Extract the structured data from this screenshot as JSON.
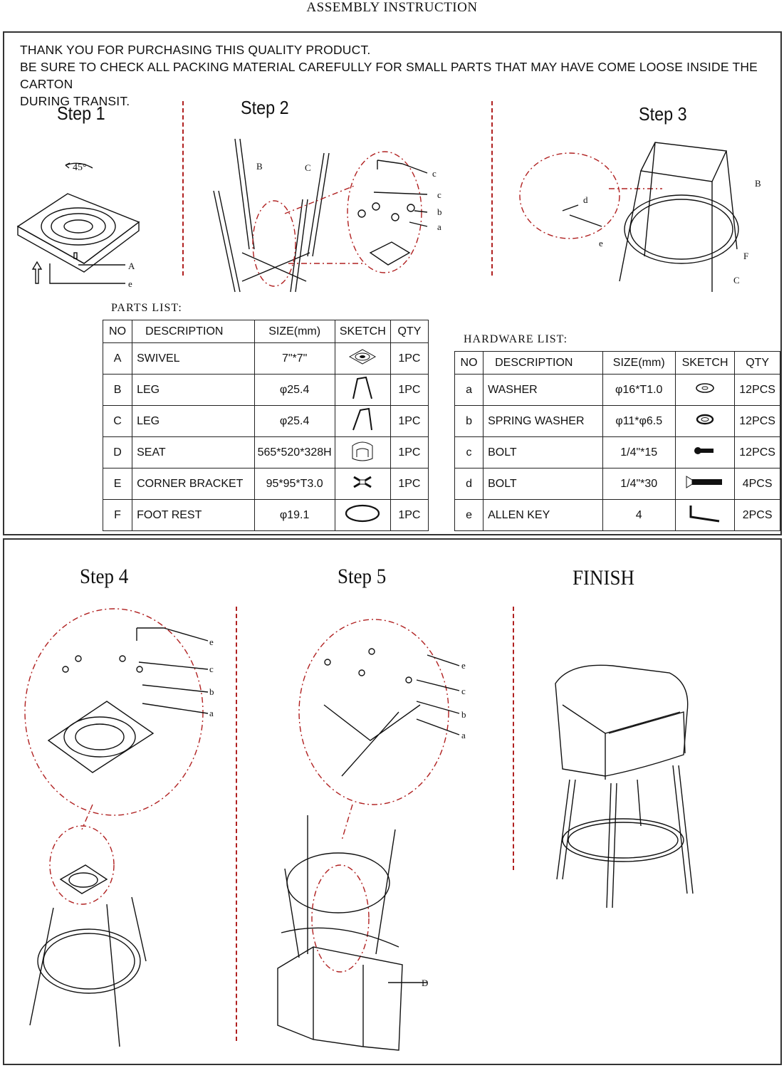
{
  "title": "ASSEMBLY INSTRUCTION",
  "intro": {
    "line1": "THANK YOU FOR PURCHASING THIS QUALITY PRODUCT.",
    "line2": "BE SURE TO CHECK ALL PACKING MATERIAL CAREFULLY FOR SMALL PARTS THAT MAY HAVE COME LOOSE INSIDE THE CARTON",
    "line3": "DURING TRANSIT."
  },
  "steps": {
    "s1": "Step 1",
    "s2": "Step 2",
    "s3": "Step 3",
    "s4": "Step 4",
    "s5": "Step 5",
    "finish": "FINISH"
  },
  "step1": {
    "angle": "45°",
    "label_a": "A",
    "label_e": "e"
  },
  "step2": {
    "label_b": "B",
    "label_c": "C",
    "label_cc": "c",
    "label_c2": "c",
    "label_b2": "b",
    "label_a2": "a"
  },
  "step3": {
    "label_d": "d",
    "label_e": "e",
    "label_b": "B",
    "label_f": "F",
    "label_c": "C"
  },
  "step4": {
    "label_e": "e",
    "label_c": "c",
    "label_b": "b",
    "label_a": "a"
  },
  "step5": {
    "label_e": "e",
    "label_c": "c",
    "label_b": "b",
    "label_a": "a",
    "label_d": "D"
  },
  "parts_list": {
    "title": "PARTS LIST:",
    "headers": [
      "NO",
      "DESCRIPTION",
      "SIZE(mm)",
      "SKETCH",
      "QTY"
    ],
    "rows": [
      {
        "no": "A",
        "desc": "SWIVEL",
        "size": "7\"*7\"",
        "qty": "1PC",
        "sketch": "swivel-plate-icon"
      },
      {
        "no": "B",
        "desc": "LEG",
        "size": "φ25.4",
        "qty": "1PC",
        "sketch": "leg-icon"
      },
      {
        "no": "C",
        "desc": "LEG",
        "size": "φ25.4",
        "qty": "1PC",
        "sketch": "leg-icon"
      },
      {
        "no": "D",
        "desc": "SEAT",
        "size": "565*520*328H",
        "qty": "1PC",
        "sketch": "seat-icon"
      },
      {
        "no": "E",
        "desc": "CORNER BRACKET",
        "size": "95*95*T3.0",
        "qty": "1PC",
        "sketch": "corner-bracket-icon"
      },
      {
        "no": "F",
        "desc": "FOOT REST",
        "size": "φ19.1",
        "qty": "1PC",
        "sketch": "foot-rest-ring-icon"
      }
    ]
  },
  "hardware_list": {
    "title": "HARDWARE LIST:",
    "headers": [
      "NO",
      "DESCRIPTION",
      "SIZE(mm)",
      "SKETCH",
      "QTY"
    ],
    "rows": [
      {
        "no": "a",
        "desc": "WASHER",
        "size": "φ16*T1.0",
        "qty": "12PCS",
        "sketch": "washer-icon"
      },
      {
        "no": "b",
        "desc": "SPRING WASHER",
        "size": "φ11*φ6.5",
        "qty": "12PCS",
        "sketch": "spring-washer-icon"
      },
      {
        "no": "c",
        "desc": "BOLT",
        "size": "1/4\"*15",
        "qty": "12PCS",
        "sketch": "short-bolt-icon"
      },
      {
        "no": "d",
        "desc": "BOLT",
        "size": "1/4\"*30",
        "qty": "4PCS",
        "sketch": "long-bolt-icon"
      },
      {
        "no": "e",
        "desc": "ALLEN KEY",
        "size": "4",
        "qty": "2PCS",
        "sketch": "allen-key-icon"
      }
    ]
  },
  "colors": {
    "ink": "#111111",
    "dash": "#b02020",
    "frame": "#333333"
  }
}
